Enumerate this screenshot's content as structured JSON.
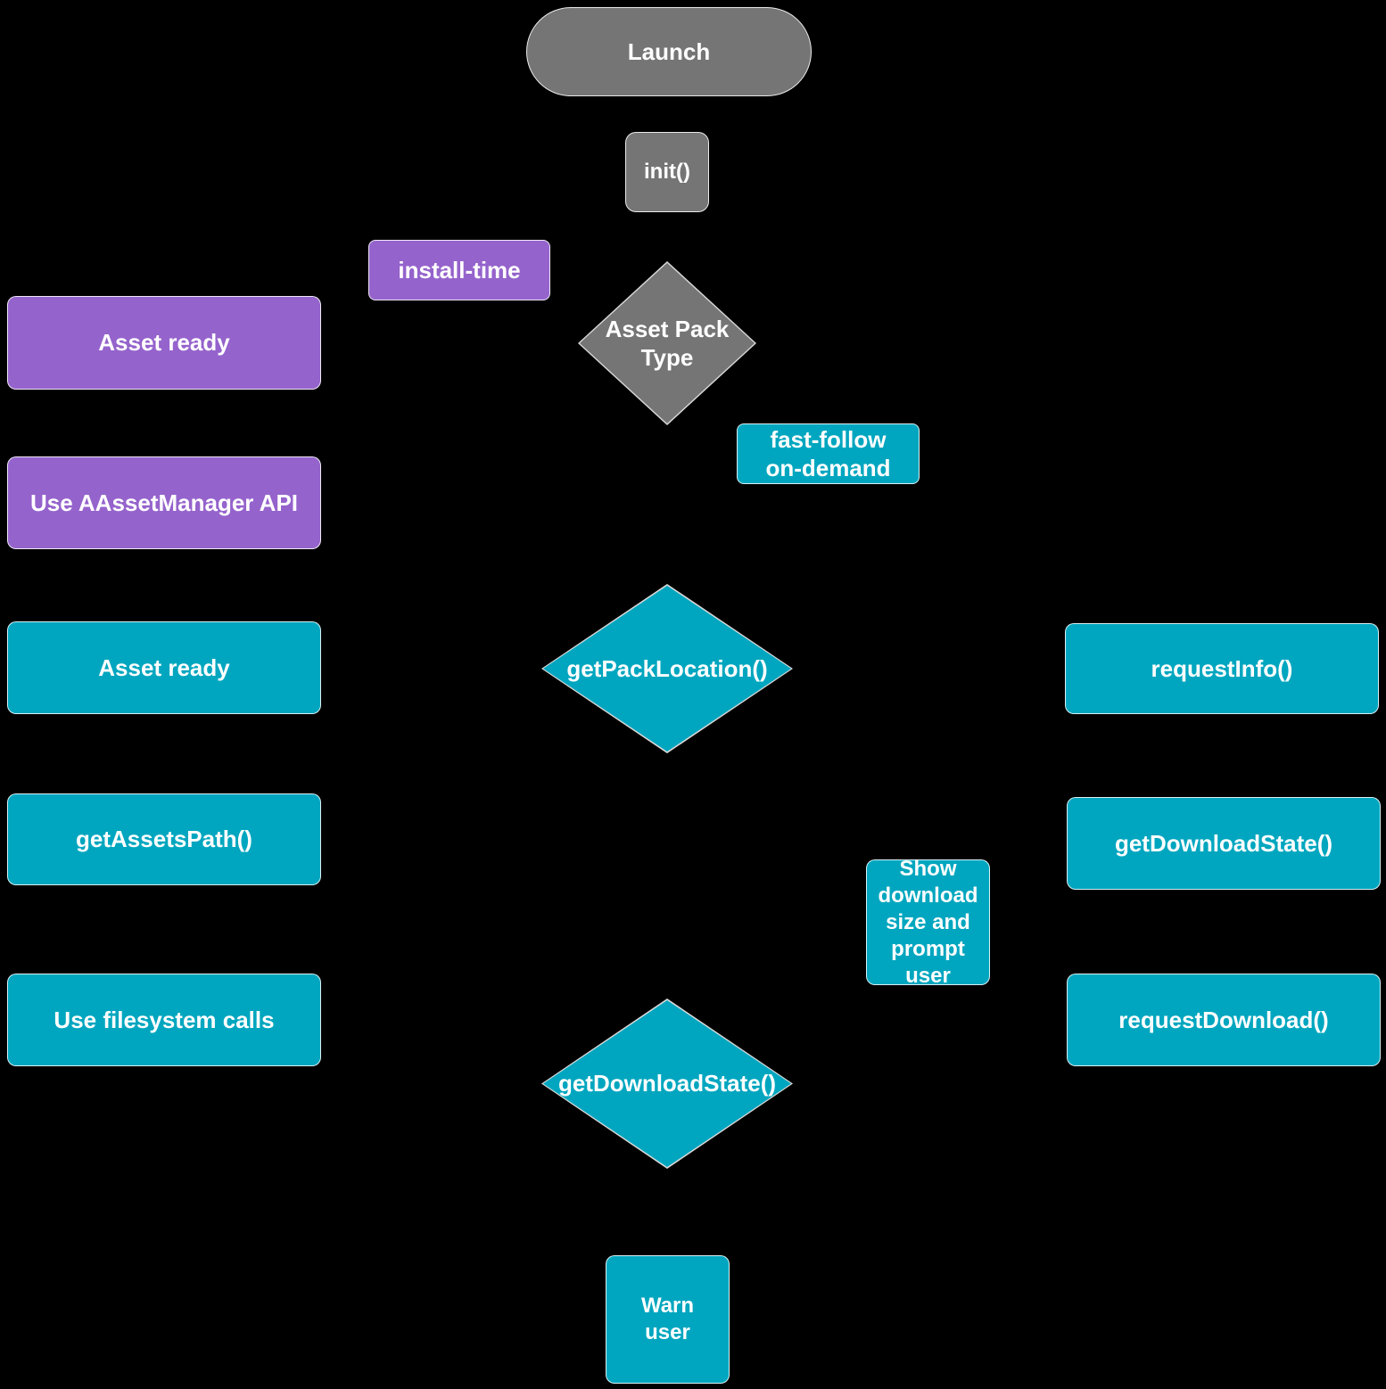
{
  "diagram": {
    "title": "Asset pack delivery flowchart",
    "colors": {
      "gray": "#757575",
      "purple": "#9563cc",
      "teal": "#00a6bf",
      "background": "#000000",
      "text": "#ffffff"
    },
    "nodes": {
      "launch": "Launch",
      "init": "init()",
      "install_time": "install-time",
      "asset_pack_type": "Asset Pack\nType",
      "asset_ready_install": "Asset ready",
      "fast_follow_on_demand": "fast-follow\non-demand",
      "use_aassetmanager_api": "Use AAssetManager API",
      "get_pack_location": "getPackLocation()",
      "asset_ready": "Asset ready",
      "request_info": "requestInfo()",
      "get_assets_path": "getAssetsPath()",
      "get_download_state": "getDownloadState()",
      "show_download_size": "Show\ndownload\nsize and\nprompt\nuser",
      "use_filesystem_calls": "Use filesystem calls",
      "request_download": "requestDownload()",
      "get_download_state_check": "getDownloadState()",
      "warn_user": "Warn\nuser"
    }
  }
}
